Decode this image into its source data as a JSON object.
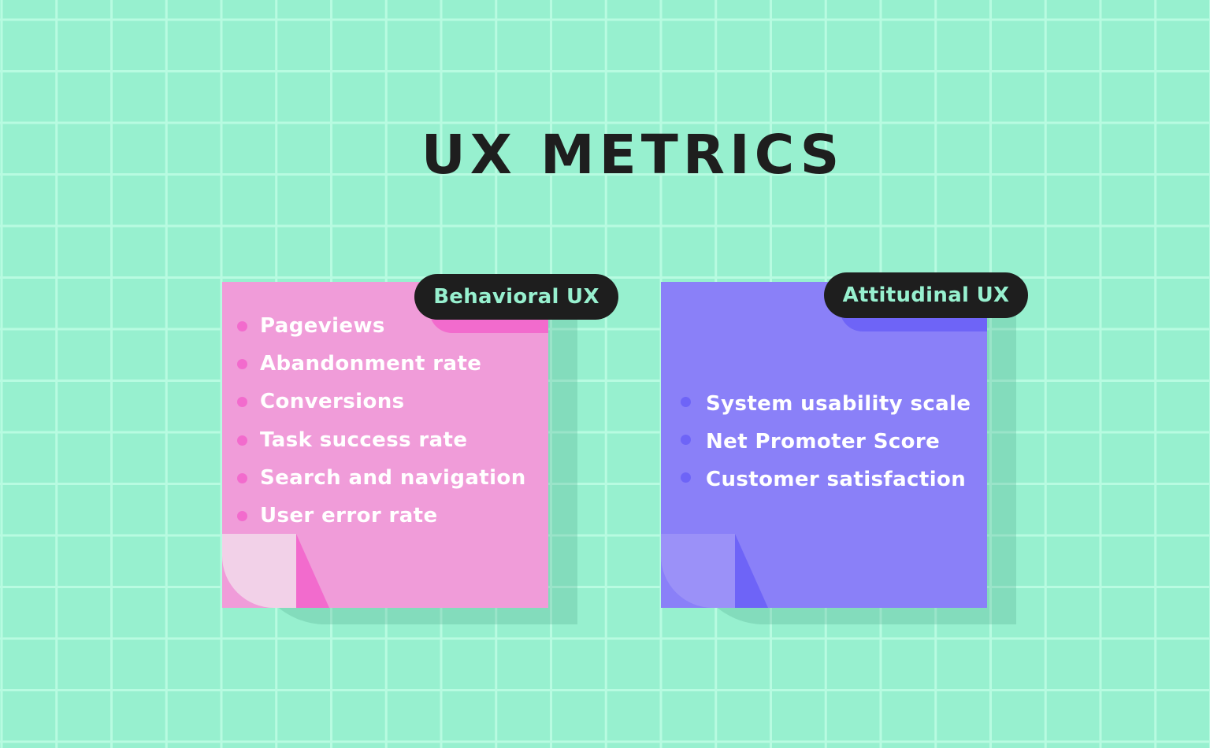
{
  "title": "UX METRICS",
  "colors": {
    "background": "#97f0cf",
    "grid_line": "#b8fbe1",
    "title_text": "#1e1e1e",
    "pill_bg": "#1e1e1e",
    "pill_text": "#97f0cf",
    "behavioral_card": "#f09cd9",
    "behavioral_accent": "#f26bcd",
    "attitudinal_card": "#8a80f8",
    "attitudinal_accent": "#6e64f7"
  },
  "cards": [
    {
      "label": "Behavioral UX",
      "items": [
        "Pageviews",
        "Abandonment rate",
        "Conversions",
        "Task success rate",
        "Search and navigation",
        "User error rate"
      ]
    },
    {
      "label": "Attitudinal UX",
      "items": [
        "System usability scale",
        "Net Promoter Score",
        "Customer satisfaction"
      ]
    }
  ]
}
